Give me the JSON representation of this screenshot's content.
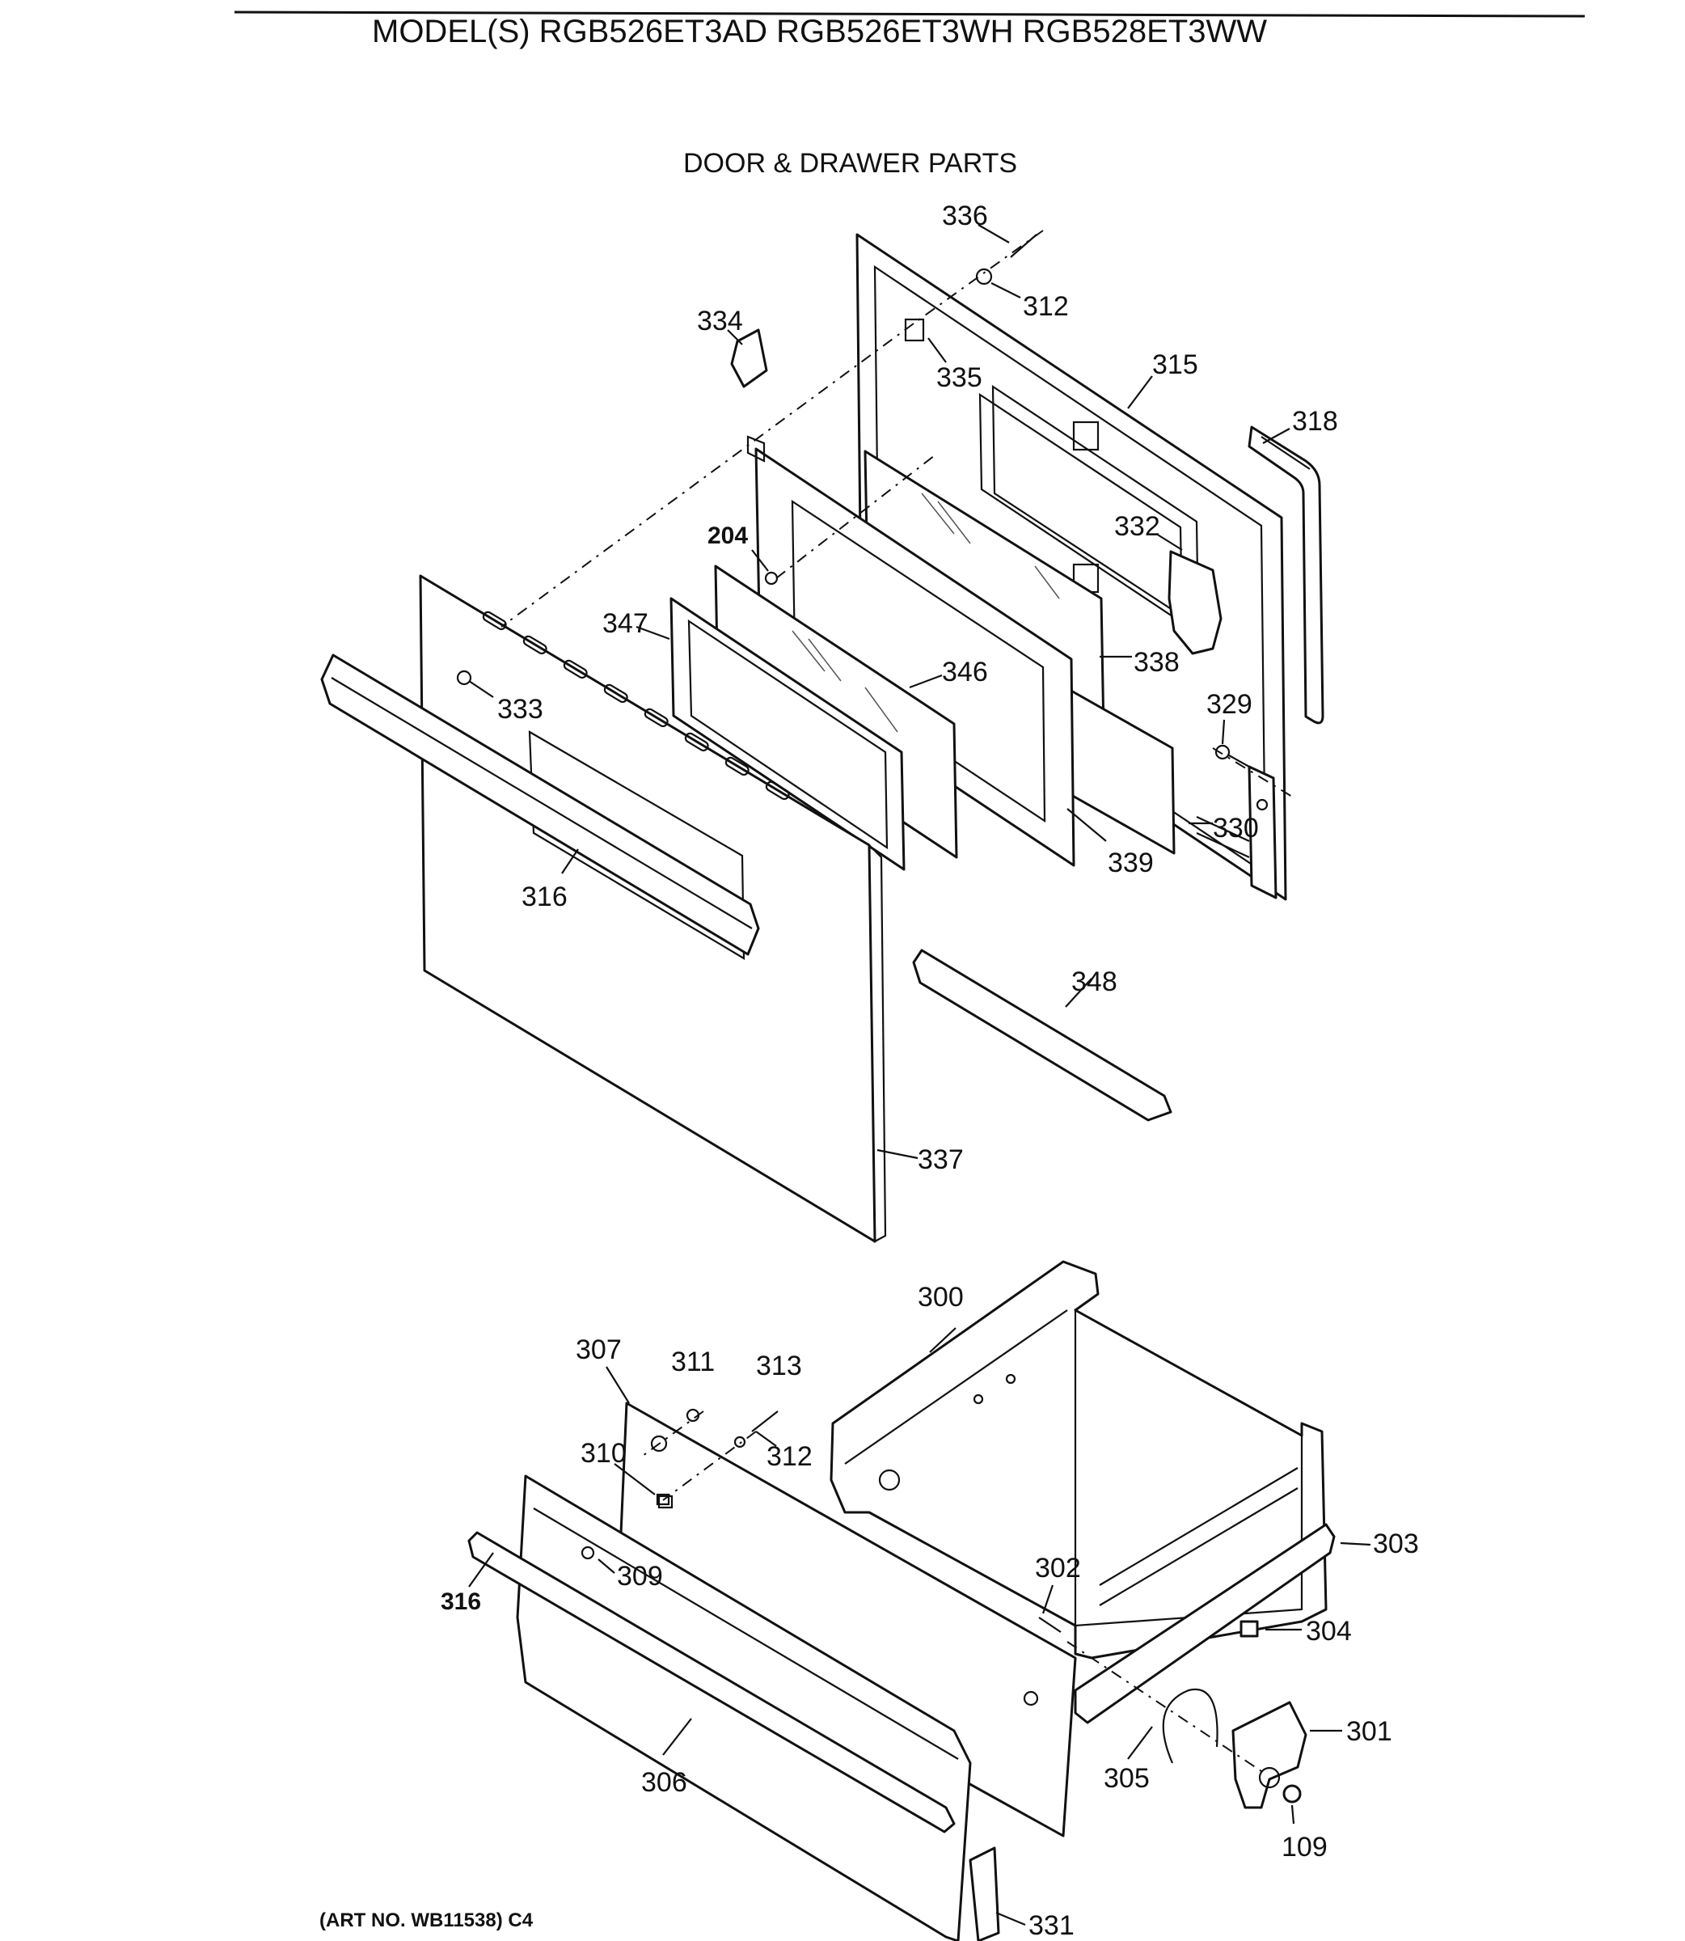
{
  "header": {
    "model_line": "MODEL(S) RGB526ET3AD  RGB526ET3WH  RGB528ET3WW",
    "section_title": "DOOR & DRAWER PARTS"
  },
  "footer": {
    "art_number": "(ART NO. WB11538) C4"
  },
  "callouts": {
    "c336": "336",
    "c312a": "312",
    "c334": "334",
    "c335": "335",
    "c315": "315",
    "c318": "318",
    "c332": "332",
    "c204": "204",
    "c347": "347",
    "c346": "346",
    "c338": "338",
    "c333": "333",
    "c329": "329",
    "c330": "330",
    "c339": "339",
    "c316a": "316",
    "c348": "348",
    "c337": "337",
    "c300": "300",
    "c307": "307",
    "c311": "311",
    "c313": "313",
    "c312b": "312",
    "c310": "310",
    "c303": "303",
    "c309": "309",
    "c316b": "316",
    "c302": "302",
    "c304": "304",
    "c301": "301",
    "c305": "305",
    "c306": "306",
    "c109": "109",
    "c331": "331"
  }
}
